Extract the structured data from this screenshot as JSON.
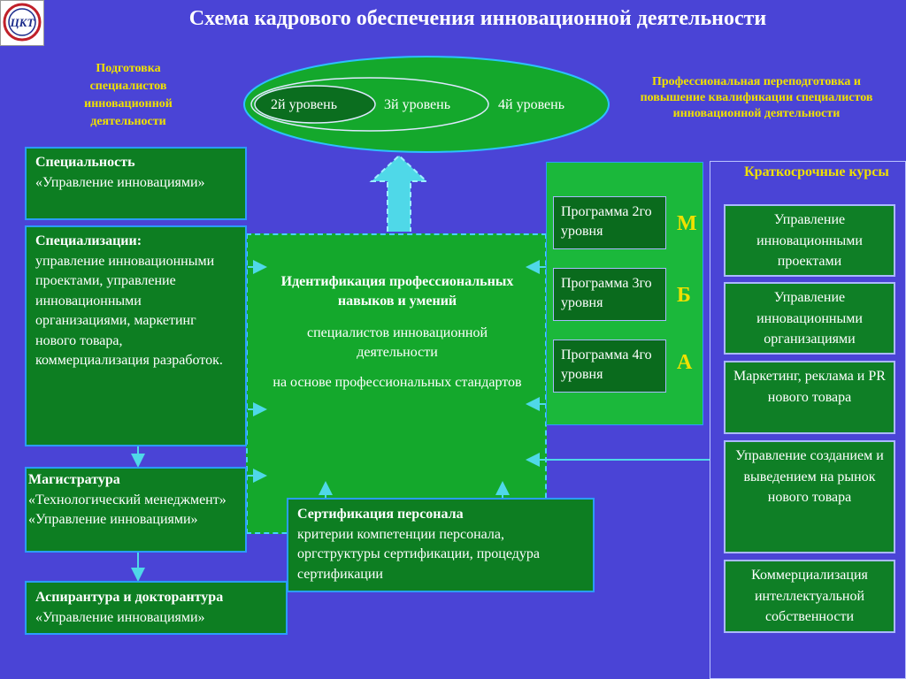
{
  "title": "Схема кадрового обеспечения инновационной деятельности",
  "logo_text": "ЦКТ",
  "left_header": "Подготовка специалистов инновационной деятельности",
  "right_header": "Профессиональная переподготовка и повышение квалификации специалистов инновационной деятельности",
  "levels": [
    "2й уровень",
    "3й уровень",
    "4й уровень"
  ],
  "left_boxes": {
    "specialty": {
      "title": "Специальность",
      "body": "«Управление инновациями»"
    },
    "specializations": {
      "title": "Специализации:",
      "body": "управление инновационными проектами, управление инновационными организациями, маркетинг нового товара, коммерциализация разработок."
    },
    "masters": {
      "title": "Магистратура",
      "body": "«Технологический менеджмент» «Управление инновациями»"
    },
    "postgrad": {
      "title": "Аспирантура и докторантура",
      "body": "«Управление инновациями»"
    }
  },
  "center": {
    "title": "Идентификация профессиональных навыков и умений",
    "line1": "специалистов инновационной деятельности",
    "line2": "на основе профессиональных стандартов"
  },
  "certification": {
    "title": "Сертификация персонала",
    "body": "критерии компетенции персонала, оргструктуры сертификации, процедура сертификации"
  },
  "mba": {
    "letters": [
      "М",
      "Б",
      "А"
    ],
    "programs": [
      "Программа 2го уровня",
      "Программа 3го уровня",
      "Программа 4го уровня"
    ]
  },
  "short_courses": {
    "title": "Краткосрочные курсы",
    "items": [
      "Управление инновационными проектами",
      "Управление инновационными организациями",
      "Маркетинг, реклама и PR нового товара",
      "Управление созданием и выведением на рынок нового товара",
      "Коммерциализация интеллектуальной собственности"
    ]
  },
  "colors": {
    "background": "#4a44d6",
    "box_green": "#0d7e22",
    "panel_green": "#14a82c",
    "accent_yellow": "#f0e000",
    "arrow_cyan": "#4fd8e8"
  }
}
